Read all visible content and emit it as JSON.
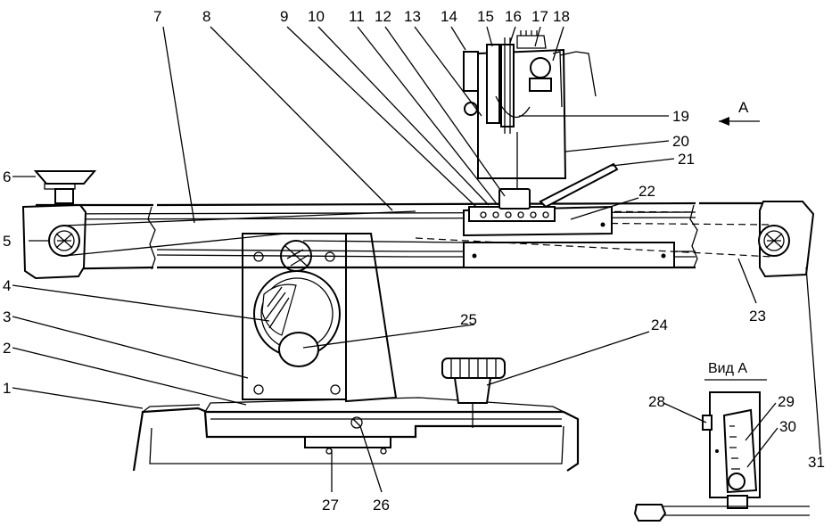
{
  "figure": {
    "callouts": [
      "1",
      "2",
      "3",
      "4",
      "5",
      "6",
      "7",
      "8",
      "9",
      "10",
      "11",
      "12",
      "13",
      "14",
      "15",
      "16",
      "17",
      "18",
      "19",
      "20",
      "21",
      "22",
      "23",
      "24",
      "25",
      "26",
      "27",
      "28",
      "29",
      "30",
      "31"
    ],
    "view_label": "Вид А",
    "arrow_label": "А"
  }
}
